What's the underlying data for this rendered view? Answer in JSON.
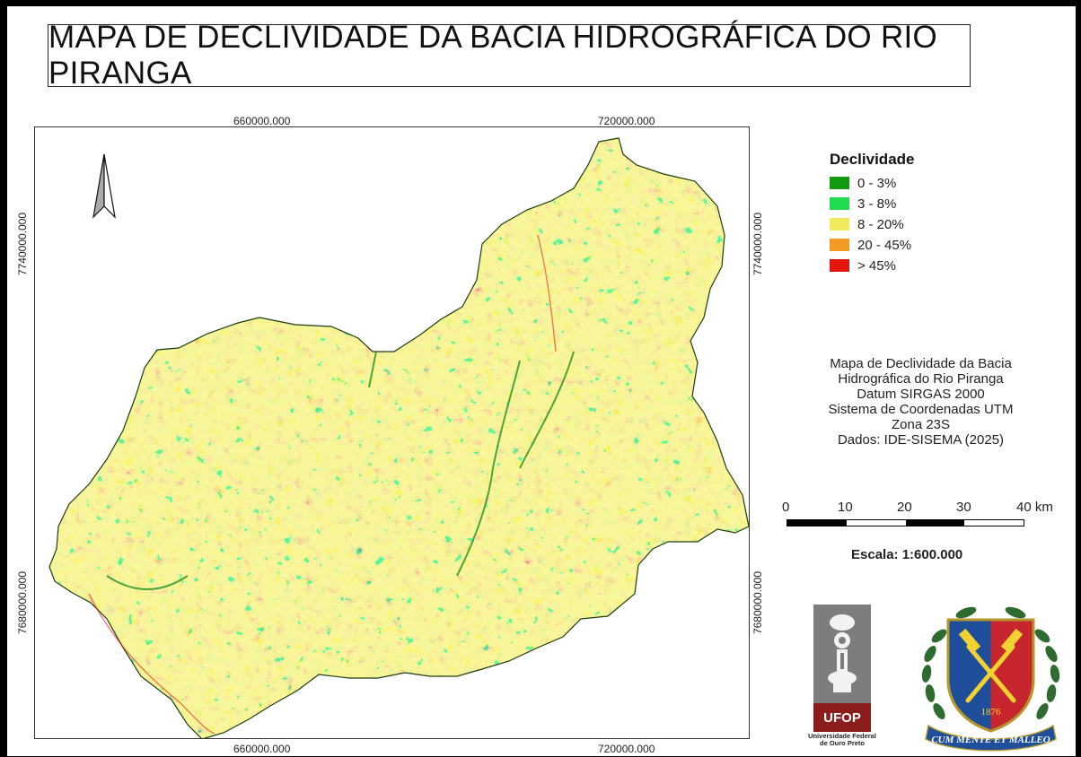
{
  "title": "MAPA DE DECLIVIDADE DA BACIA HIDROGRÁFICA DO RIO PIRANGA",
  "coordinates": {
    "top": [
      "660000.000",
      "720000.000"
    ],
    "bottom": [
      "660000.000",
      "720000.000"
    ],
    "left": [
      "7740000.000",
      "7680000.000"
    ],
    "right": [
      "7740000.000",
      "7680000.000"
    ]
  },
  "north_arrow": {
    "icon": "north-arrow-icon"
  },
  "legend": {
    "title": "Declividade",
    "items": [
      {
        "label": "0 - 3%",
        "color": "#139a13"
      },
      {
        "label": "3 - 8%",
        "color": "#22dc50"
      },
      {
        "label": "8 - 20%",
        "color": "#eeea5c"
      },
      {
        "label": "20 - 45%",
        "color": "#f29a24"
      },
      {
        "label": "> 45%",
        "color": "#e3140e"
      }
    ]
  },
  "info_lines": [
    "Mapa de Declividade da Bacia",
    "Hidrográfica do Rio Piranga",
    "Datum SIRGAS 2000",
    "Sistema de Coordenadas UTM",
    "Zona 23S",
    "Dados: IDE-SISEMA (2025)"
  ],
  "scale": {
    "labels": [
      "0",
      "10",
      "20",
      "30",
      "40 km"
    ],
    "text": "Escala: 1:600.000"
  },
  "logos": {
    "ufop": {
      "name": "UFOP",
      "caption_line1": "Universidade Federal",
      "caption_line2": "de Ouro Preto",
      "color": "#8b1d1d"
    },
    "crest": {
      "year": "1876",
      "motto": "CUM MENTE ET MALLEO"
    }
  }
}
